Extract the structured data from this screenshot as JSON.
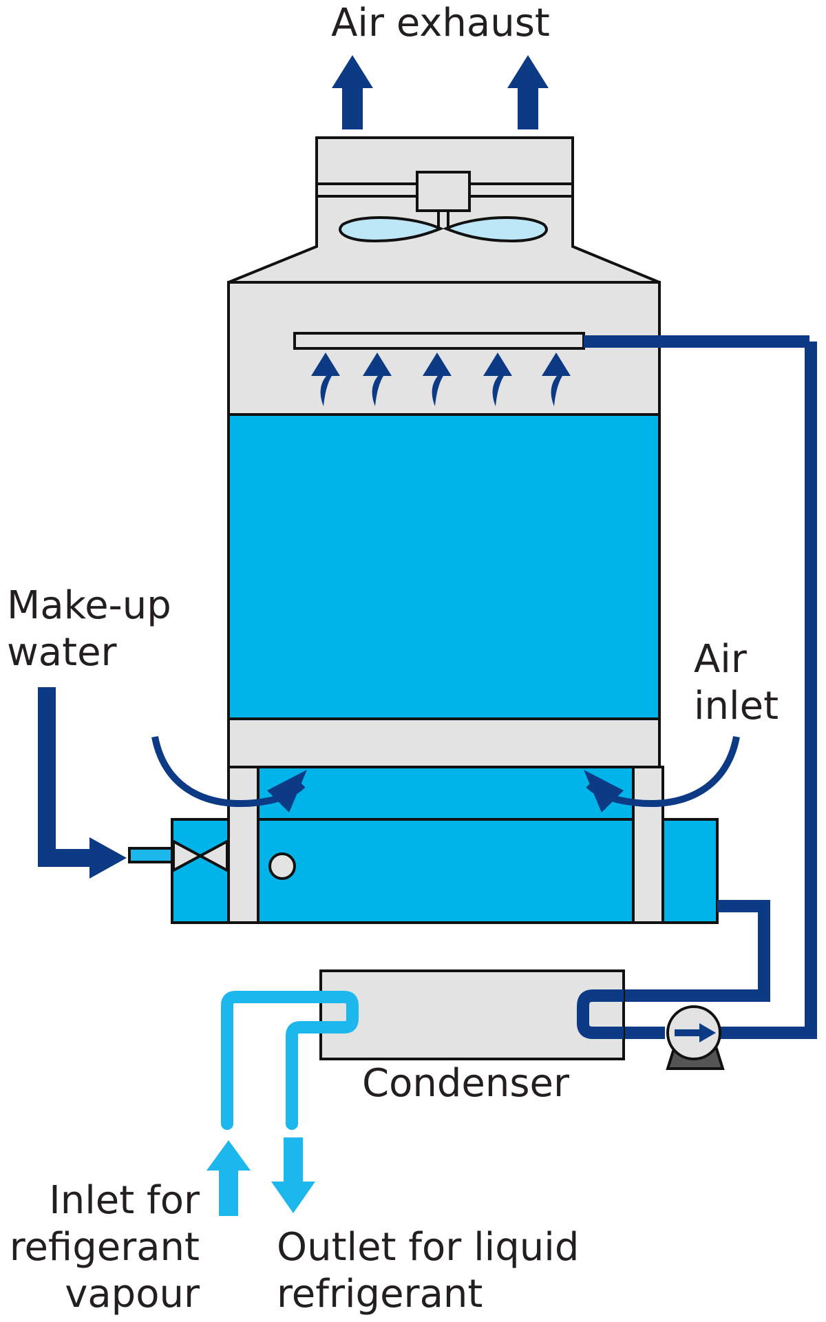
{
  "labels": {
    "air_exhaust": "Air exhaust",
    "makeup_water": [
      "Make-up",
      "water"
    ],
    "air_inlet": [
      "Air",
      "inlet"
    ],
    "condenser": "Condenser",
    "inlet_refrigerant": [
      "Inlet for",
      "refigerant",
      "vapour"
    ],
    "outlet_refrigerant": [
      "Outlet for liquid",
      "refrigerant"
    ]
  },
  "colors": {
    "navy": "#0d3a85",
    "fill_blue": "#00b4ea",
    "light_blue": "#1cb7ec",
    "housing_grey": "#e3e3e3",
    "outline": "#111111",
    "fan_blade": "#bde6f6",
    "text": "#231f20"
  },
  "icons": [
    "fan-icon",
    "motor-icon",
    "valve-icon",
    "pump-icon",
    "float-icon",
    "spray-nozzle-icon"
  ]
}
